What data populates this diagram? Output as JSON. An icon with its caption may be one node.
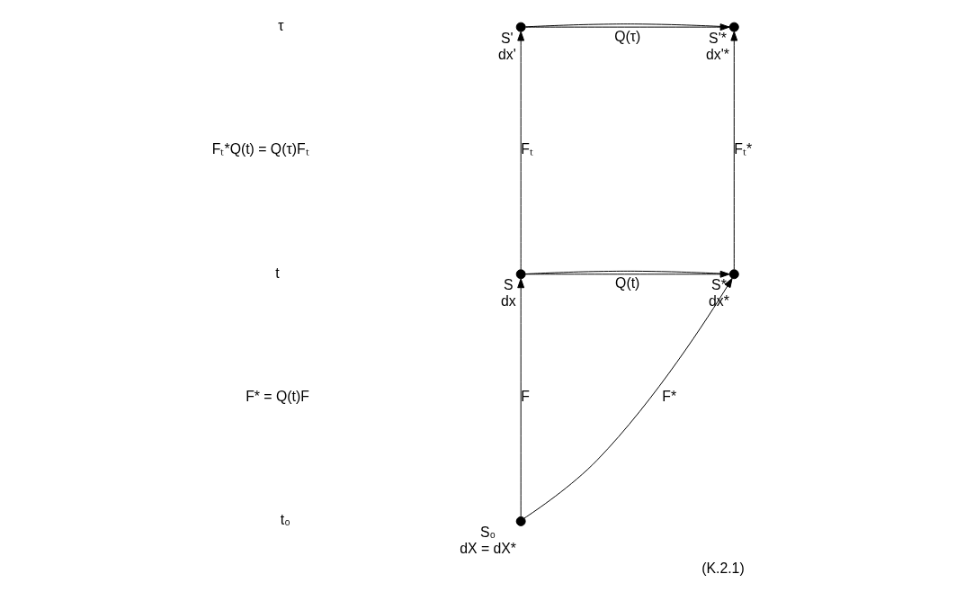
{
  "diagram": {
    "caption": "(K.2.1)",
    "nodes": [
      {
        "text": [],
        "shape": "circle",
        "beside": [
          "S'",
          "dx'"
        ]
      },
      {
        "text": [],
        "shape": "circle",
        "beside": [
          "S'*",
          "dx'*"
        ]
      },
      {
        "text": [],
        "shape": "circle",
        "beside": [
          "S",
          "dx"
        ]
      },
      {
        "text": [],
        "shape": "circle",
        "beside": [
          "S*",
          "dx*"
        ]
      },
      {
        "text": [],
        "shape": "circle",
        "beside": [
          "S₀",
          "dX = dX*"
        ]
      }
    ],
    "edges": [
      {
        "from": 0,
        "to": 1,
        "arrow": "to",
        "label": "Q(τ)"
      },
      {
        "from": 0,
        "to": 1,
        "arrow": "none"
      },
      {
        "from": 2,
        "to": 0,
        "arrow": "to",
        "label": "Fₜ"
      },
      {
        "from": 3,
        "to": 1,
        "arrow": "to",
        "label": "Fₜ*"
      },
      {
        "from": 2,
        "to": 3,
        "arrow": "to",
        "label": "Q(t)"
      },
      {
        "from": 2,
        "to": 3,
        "arrow": "none"
      },
      {
        "from": 4,
        "to": 2,
        "arrow": "to",
        "label": "F"
      },
      {
        "from": 4,
        "to": 3,
        "arrow": "to",
        "label": "F*"
      }
    ],
    "labels": [
      "τ",
      "t",
      "t₀",
      "Fₜ*Q(t) = Q(τ)Fₜ",
      "F* = Q(t)F"
    ]
  }
}
